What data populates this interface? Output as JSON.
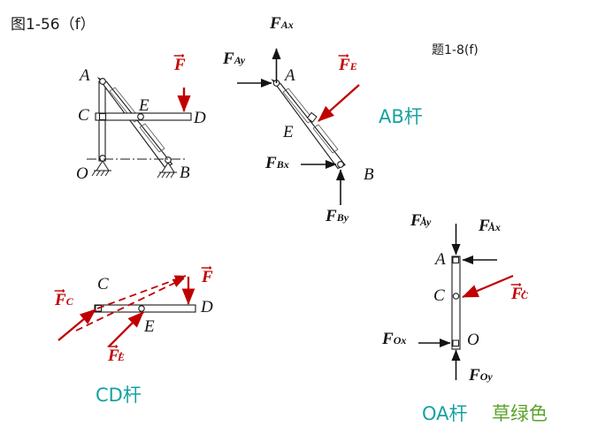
{
  "page": {
    "title": "图1-56（f）",
    "problem_number": "题1-8(f)",
    "background_color": "#ffffff"
  },
  "colors": {
    "force_red": "#c00000",
    "member_black": "#1a1a1a",
    "teal_label": "#17a1a1",
    "green_label": "#5aa32a"
  },
  "figures": {
    "mechanism": {
      "name": "原机构图",
      "points": [
        "A",
        "C",
        "E",
        "D",
        "O",
        "B"
      ],
      "labels": {
        "A": "A",
        "C": "C",
        "E": "E",
        "D": "D",
        "O": "O",
        "B": "B"
      },
      "applied_force": "F",
      "applied_force_sub": "",
      "supports": [
        "O",
        "B"
      ]
    },
    "ab_rod": {
      "caption": "AB杆",
      "points": {
        "A": "A",
        "E": "E",
        "B": "B"
      },
      "forces": [
        {
          "label": "F",
          "sub": "Ax",
          "color": "#141414",
          "vector_bar": false,
          "direction": "up"
        },
        {
          "label": "F",
          "sub": "Ay",
          "color": "#141414",
          "vector_bar": false,
          "direction": "right"
        },
        {
          "label": "F",
          "sub": "E",
          "color": "#c00000",
          "vector_bar": true,
          "direction": "down-left"
        },
        {
          "label": "F",
          "sub": "Bx",
          "color": "#141414",
          "vector_bar": false,
          "direction": "right"
        },
        {
          "label": "F",
          "sub": "By",
          "color": "#141414",
          "vector_bar": false,
          "direction": "up"
        }
      ]
    },
    "cd_rod": {
      "caption": "CD杆",
      "points": {
        "C": "C",
        "E": "E",
        "D": "D"
      },
      "forces": [
        {
          "label": "F",
          "sub": "C",
          "color": "#c00000",
          "vector_bar": true,
          "prime": false,
          "direction": "up-right"
        },
        {
          "label": "F",
          "sub": "E",
          "color": "#c00000",
          "vector_bar": true,
          "prime": true,
          "direction": "up-right"
        },
        {
          "label": "F",
          "sub": "",
          "color": "#c00000",
          "vector_bar": true,
          "prime": false,
          "direction": "down"
        }
      ],
      "construction_lines": "dashed force triangle"
    },
    "oa_rod": {
      "caption": "OA杆",
      "caption_extra": "草绿色",
      "points": {
        "A": "A",
        "C": "C",
        "O": "O"
      },
      "forces": [
        {
          "label": "F",
          "sub": "Ay",
          "color": "#141414",
          "vector_bar": false,
          "prime": true,
          "direction": "down"
        },
        {
          "label": "F",
          "sub": "Ax",
          "color": "#141414",
          "vector_bar": false,
          "prime": true,
          "direction": "left"
        },
        {
          "label": "F",
          "sub": "C",
          "color": "#c00000",
          "vector_bar": true,
          "prime": true,
          "direction": "down-left"
        },
        {
          "label": "F",
          "sub": "Ox",
          "color": "#141414",
          "vector_bar": false,
          "prime": false,
          "direction": "right"
        },
        {
          "label": "F",
          "sub": "Oy",
          "color": "#141414",
          "vector_bar": false,
          "prime": false,
          "direction": "up"
        }
      ]
    }
  }
}
